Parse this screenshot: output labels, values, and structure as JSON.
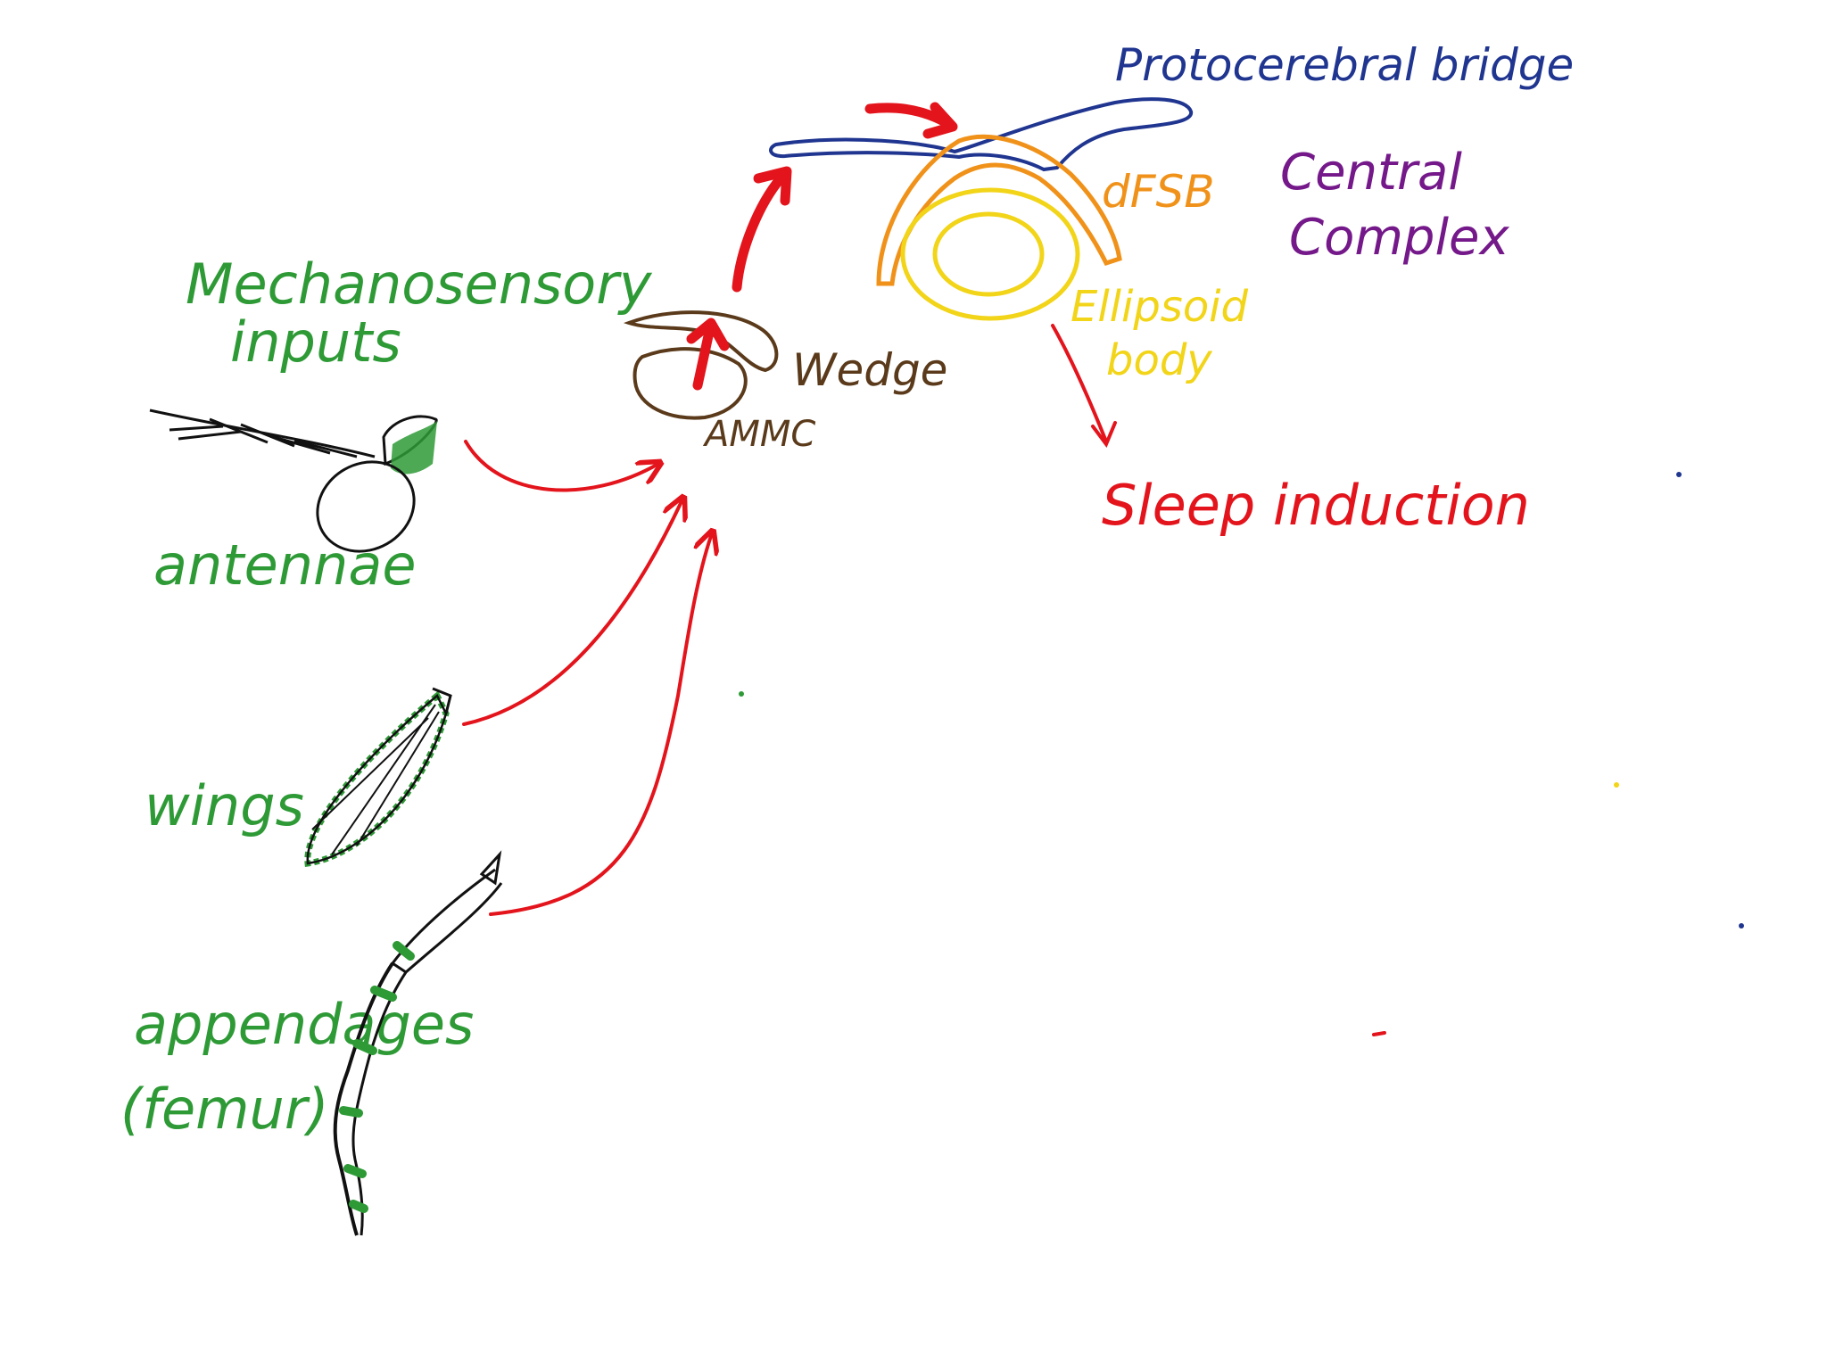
{
  "labels": {
    "mechanosensory_line1": "Mechanosensory",
    "mechanosensory_line2": "inputs",
    "antennae": "antennae",
    "wings": "wings",
    "appendages_line1": "appendages",
    "appendages_line2": "(femur)",
    "wedge": "Wedge",
    "ammc": "AMMC",
    "protocerebral_bridge": "Protocerebral bridge",
    "dfsb": "dFSB",
    "ellipsoid_line1": "Ellipsoid",
    "ellipsoid_line2": "body",
    "central_line1": "Central",
    "central_line2": "Complex",
    "sleep_induction": "Sleep induction"
  },
  "colors": {
    "green": "#2e9a36",
    "brown": "#5a3a1a",
    "blue": "#1f3590",
    "orange": "#f0921a",
    "yellow": "#f2d418",
    "purple": "#74188a",
    "red": "#e3141c",
    "black": "#111111"
  }
}
